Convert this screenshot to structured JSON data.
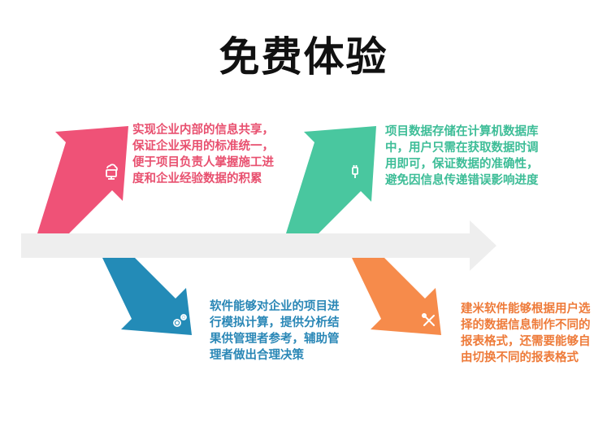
{
  "title": "免费体验",
  "colors": {
    "pink": "#ef5277",
    "green": "#49c79f",
    "blue": "#238bb7",
    "orange": "#f68b4b",
    "arrow": "#eeeeee"
  },
  "cards": [
    {
      "key": "pink",
      "icon": "cloud-computer-icon",
      "text": "实现企业内部的信息共享，\n保证企业采用的标准统一，\n便于项目负责人掌握施工进\n度和企业经验数据的积累"
    },
    {
      "key": "green",
      "icon": "usb-plug-icon",
      "text": "项目数据存储在计算机数据库\n中，用户只需在获取数据时调\n用即可，保证数据的准确性，\n避免因信息传递错误影响进度"
    },
    {
      "key": "blue",
      "icon": "gears-icon",
      "text": "软件能够对企业的项目进\n行模拟计算，提供分析结\n果供管理者参考，辅助管\n理者做出合理决策"
    },
    {
      "key": "orange",
      "icon": "tools-icon",
      "text": "建米软件能够根据用户选\n择的数据信息制作不同的\n报表格式，还需要能够自\n由切换不同的报表格式"
    }
  ]
}
